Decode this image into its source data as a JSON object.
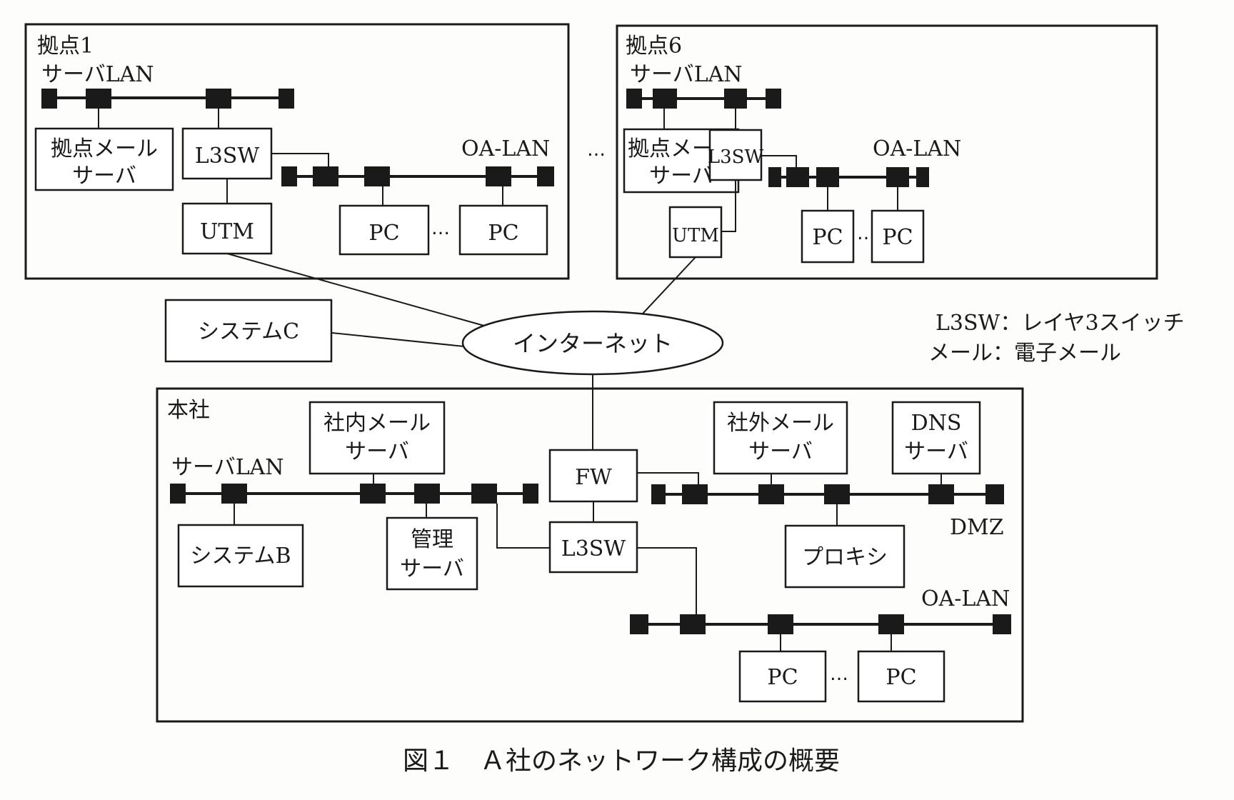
{
  "site1": {
    "title": "拠点1",
    "server_lan": "サーバLAN",
    "mail_server": [
      "拠点メール",
      "サーバ"
    ],
    "l3sw": "L3SW",
    "utm": "UTM",
    "oa_lan": "OA-LAN",
    "pc": "PC",
    "ellipsis": "…"
  },
  "site6": {
    "title": "拠点6",
    "server_lan": "サーバLAN",
    "mail_server": [
      "拠点メール",
      "サーバ"
    ],
    "l3sw": "L3SW",
    "utm": "UTM",
    "oa_lan": "OA-LAN",
    "pc": "PC",
    "ellipsis": "…"
  },
  "between_sites": "…",
  "system_c": "システムC",
  "internet": "インターネット",
  "legend": {
    "line1": "L3SW：レイヤ3スイッチ",
    "line2": "メール：電子メール"
  },
  "hq": {
    "title": "本社",
    "server_lan": "サーバLAN",
    "internal_mail": [
      "社内メール",
      "サーバ"
    ],
    "system_b": "システムB",
    "mgmt_server": [
      "管理",
      "サーバ"
    ],
    "fw": "FW",
    "l3sw": "L3SW",
    "external_mail": [
      "社外メール",
      "サーバ"
    ],
    "dns_server": [
      "DNS",
      "サーバ"
    ],
    "dmz": "DMZ",
    "proxy": "プロキシ",
    "oa_lan": "OA-LAN",
    "pc": "PC",
    "ellipsis": "…"
  },
  "caption": "図１　Ａ社のネットワーク構成の概要"
}
